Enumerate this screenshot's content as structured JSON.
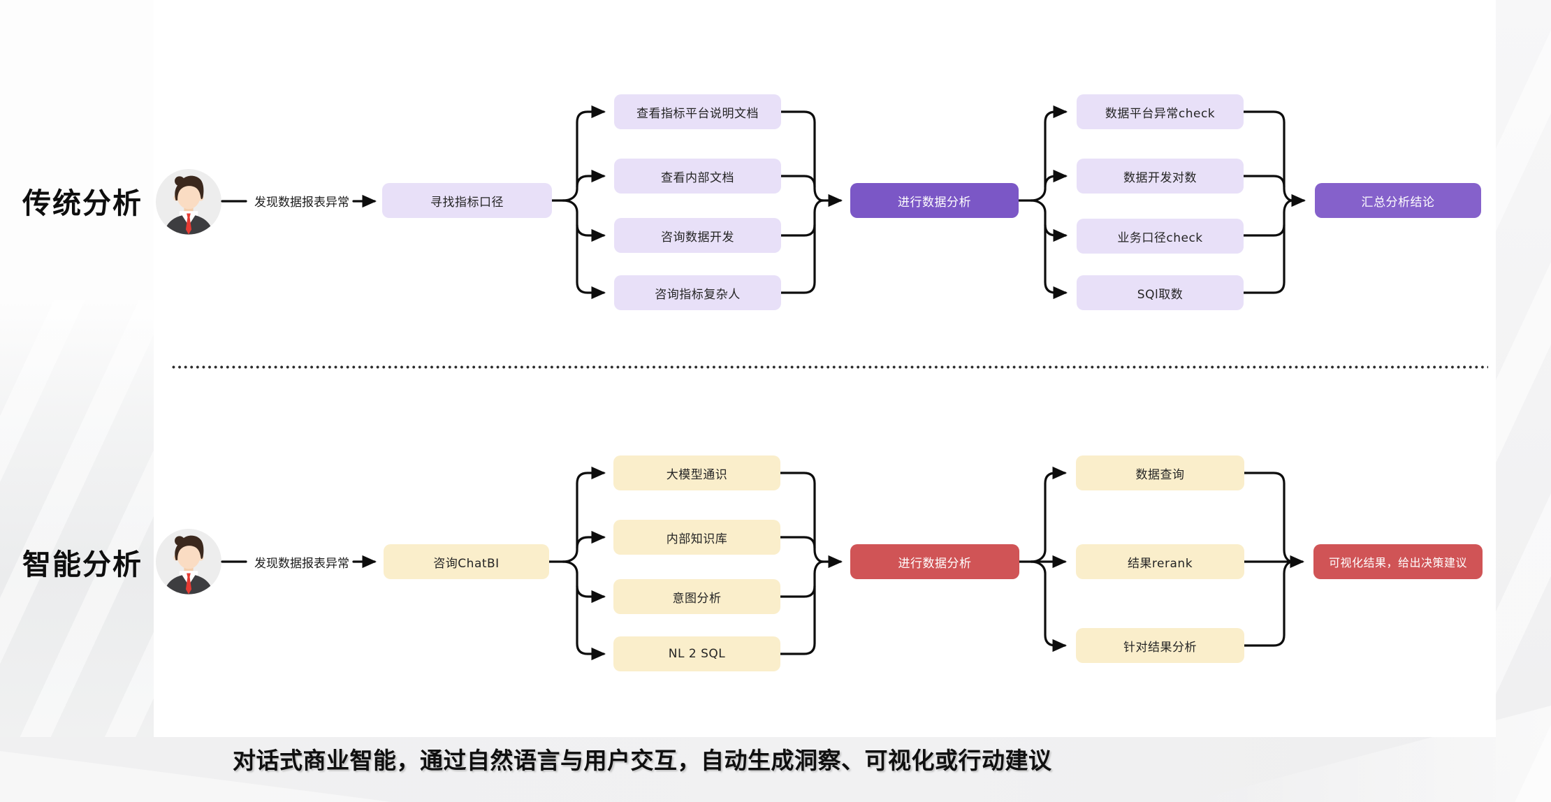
{
  "page": {
    "caption": "对话式商业智能，通过自然语言与用户交互，自动生成洞察、可视化或行动建议"
  },
  "colors": {
    "light_purple": "#E8E0F8",
    "solid_purple": "#7B57C6",
    "solid_purple_result": "#8561CB",
    "light_yellow": "#FAEECB",
    "solid_red": "#D05456",
    "line": "#0d0d0d"
  },
  "flows": {
    "traditional": {
      "label": "传统分析",
      "trigger": "发现数据报表异常",
      "step1": "寻找指标口径",
      "branches1": [
        "查看指标平台说明文档",
        "查看内部文档",
        "咨询数据开发",
        "咨询指标复杂人"
      ],
      "step2": "进行数据分析",
      "branches2": [
        "数据平台异常check",
        "数据开发对数",
        "业务口径check",
        "SQl取数"
      ],
      "step3": "汇总分析结论"
    },
    "intelligent": {
      "label": "智能分析",
      "trigger": "发现数据报表异常",
      "step1": "咨询ChatBI",
      "branches1": [
        "大模型通识",
        "内部知识库",
        "意图分析",
        "NL 2 SQL"
      ],
      "step2": "进行数据分析",
      "branches2": [
        "数据查询",
        "结果rerank",
        "针对结果分析"
      ],
      "step3": "可视化结果，给出决策建议"
    }
  }
}
